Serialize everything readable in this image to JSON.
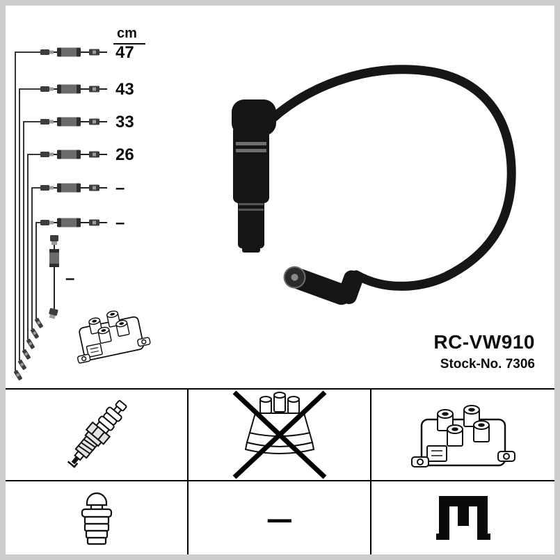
{
  "product": {
    "model": "RC-VW910",
    "stock_text": "Stock-No. 7306"
  },
  "diagram": {
    "unit_label": "cm",
    "cable_lengths": [
      "47",
      "43",
      "33",
      "26",
      "–",
      "–"
    ],
    "coil_cable_length": "–"
  },
  "legend": {
    "dash": "–",
    "icons": {
      "spark_plug": "spark-plug-icon",
      "distributor_cap": "distributor-cap-crossed-icon",
      "ignition_coil": "ignition-coil-icon",
      "plug_boot": "plug-boot-icon",
      "connector": "connector-icon"
    }
  },
  "colors": {
    "frame_border": "#cdcdcd",
    "ink": "#000000",
    "cable_gray": "#6b6b6b"
  }
}
